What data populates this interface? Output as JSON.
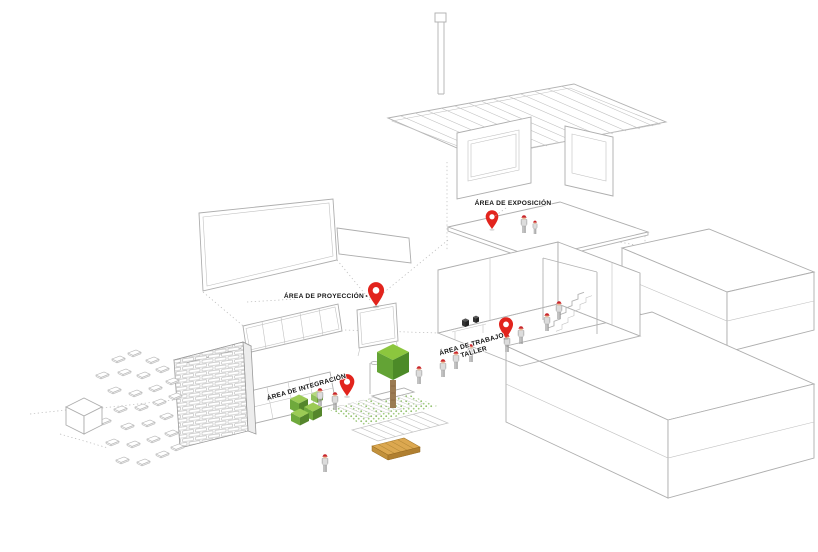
{
  "diagram": {
    "type": "isometric-architecture-diagram",
    "labels": {
      "exposicion": "ÁREA DE EXPOSICIÓN",
      "proyeccion": "ÁREA DE PROYECCIÓN",
      "trabajo": "ÁREA DE TRABAJO",
      "taller": "TALLER",
      "integracion": "ÁREA DE INTEGRACIÓN"
    },
    "colors": {
      "pin_red": "#e2241d",
      "cap_red": "#c9252c",
      "line_gray": "#b5b5b5",
      "tree_top": "#8cc63e",
      "tree_left": "#63a335",
      "tree_right": "#4c8a28",
      "trunk_brown": "#9b7b53",
      "pallet_tan": "#dca850",
      "grass_green": "#8fbf6a",
      "box_green_top": "#9ccb55",
      "box_green_left": "#6fa93c",
      "box_green_right": "#55862c"
    }
  }
}
